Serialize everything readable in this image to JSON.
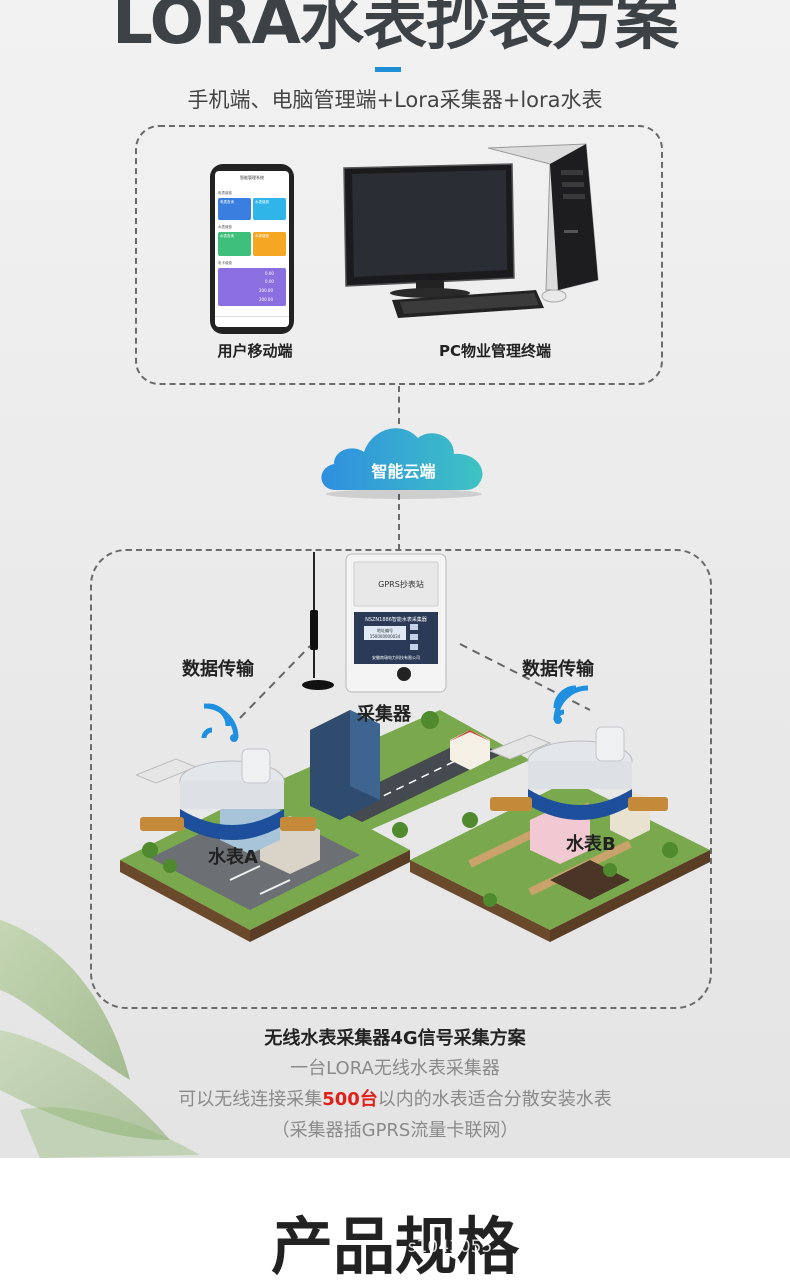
{
  "header": {
    "title": "LORA水表抄表方案",
    "subtitle": "手机端、电脑管理端+Lora采集器+lora水表"
  },
  "terminals": {
    "mobile_label": "用户移动端",
    "pc_label": "PC物业管理终端",
    "phone_screen": {
      "app_title": "智能管理系统",
      "section_1": "电表缴费",
      "section_2": "水表缴费",
      "section_3": "电卡缴费",
      "tile_1": "电表查询",
      "tile_2": "水表缴费",
      "tile_3": "水表查询",
      "tile_4": "水表缴费",
      "values": [
        "0.00",
        "0.00",
        "200.00",
        "200.00"
      ]
    }
  },
  "cloud": {
    "label": "智能云端"
  },
  "network": {
    "collector_label": "采集器",
    "data_left": "数据传输",
    "data_right": "数据传输",
    "meter_a": "水表A",
    "meter_b": "水表B",
    "device_panel_title": "GPRS抄表站",
    "device_model": "NSZN1886智能水表采集器",
    "device_serial_label": "地址编号",
    "device_serial": "150000000034",
    "device_company": "安徽南瑞电力科技有限公司"
  },
  "captions": {
    "line1": "无线水表采集器4G信号采集方案",
    "line2": "一台LORA无线水表采集器",
    "line3_pre": "可以无线连接采集",
    "line3_highlight": "500台",
    "line3_post": "以内的水表适合分散安装水表",
    "line4": "（采集器插GPRS流量卡联网）"
  },
  "spec": {
    "title": "产品规格",
    "watermark": "s1043055"
  },
  "colors": {
    "accent": "#1e8fd6",
    "highlight": "#e0201c",
    "cloud_start": "#2f8fe0",
    "cloud_end": "#3ec3c3",
    "wifi": "#1f8fe0"
  }
}
